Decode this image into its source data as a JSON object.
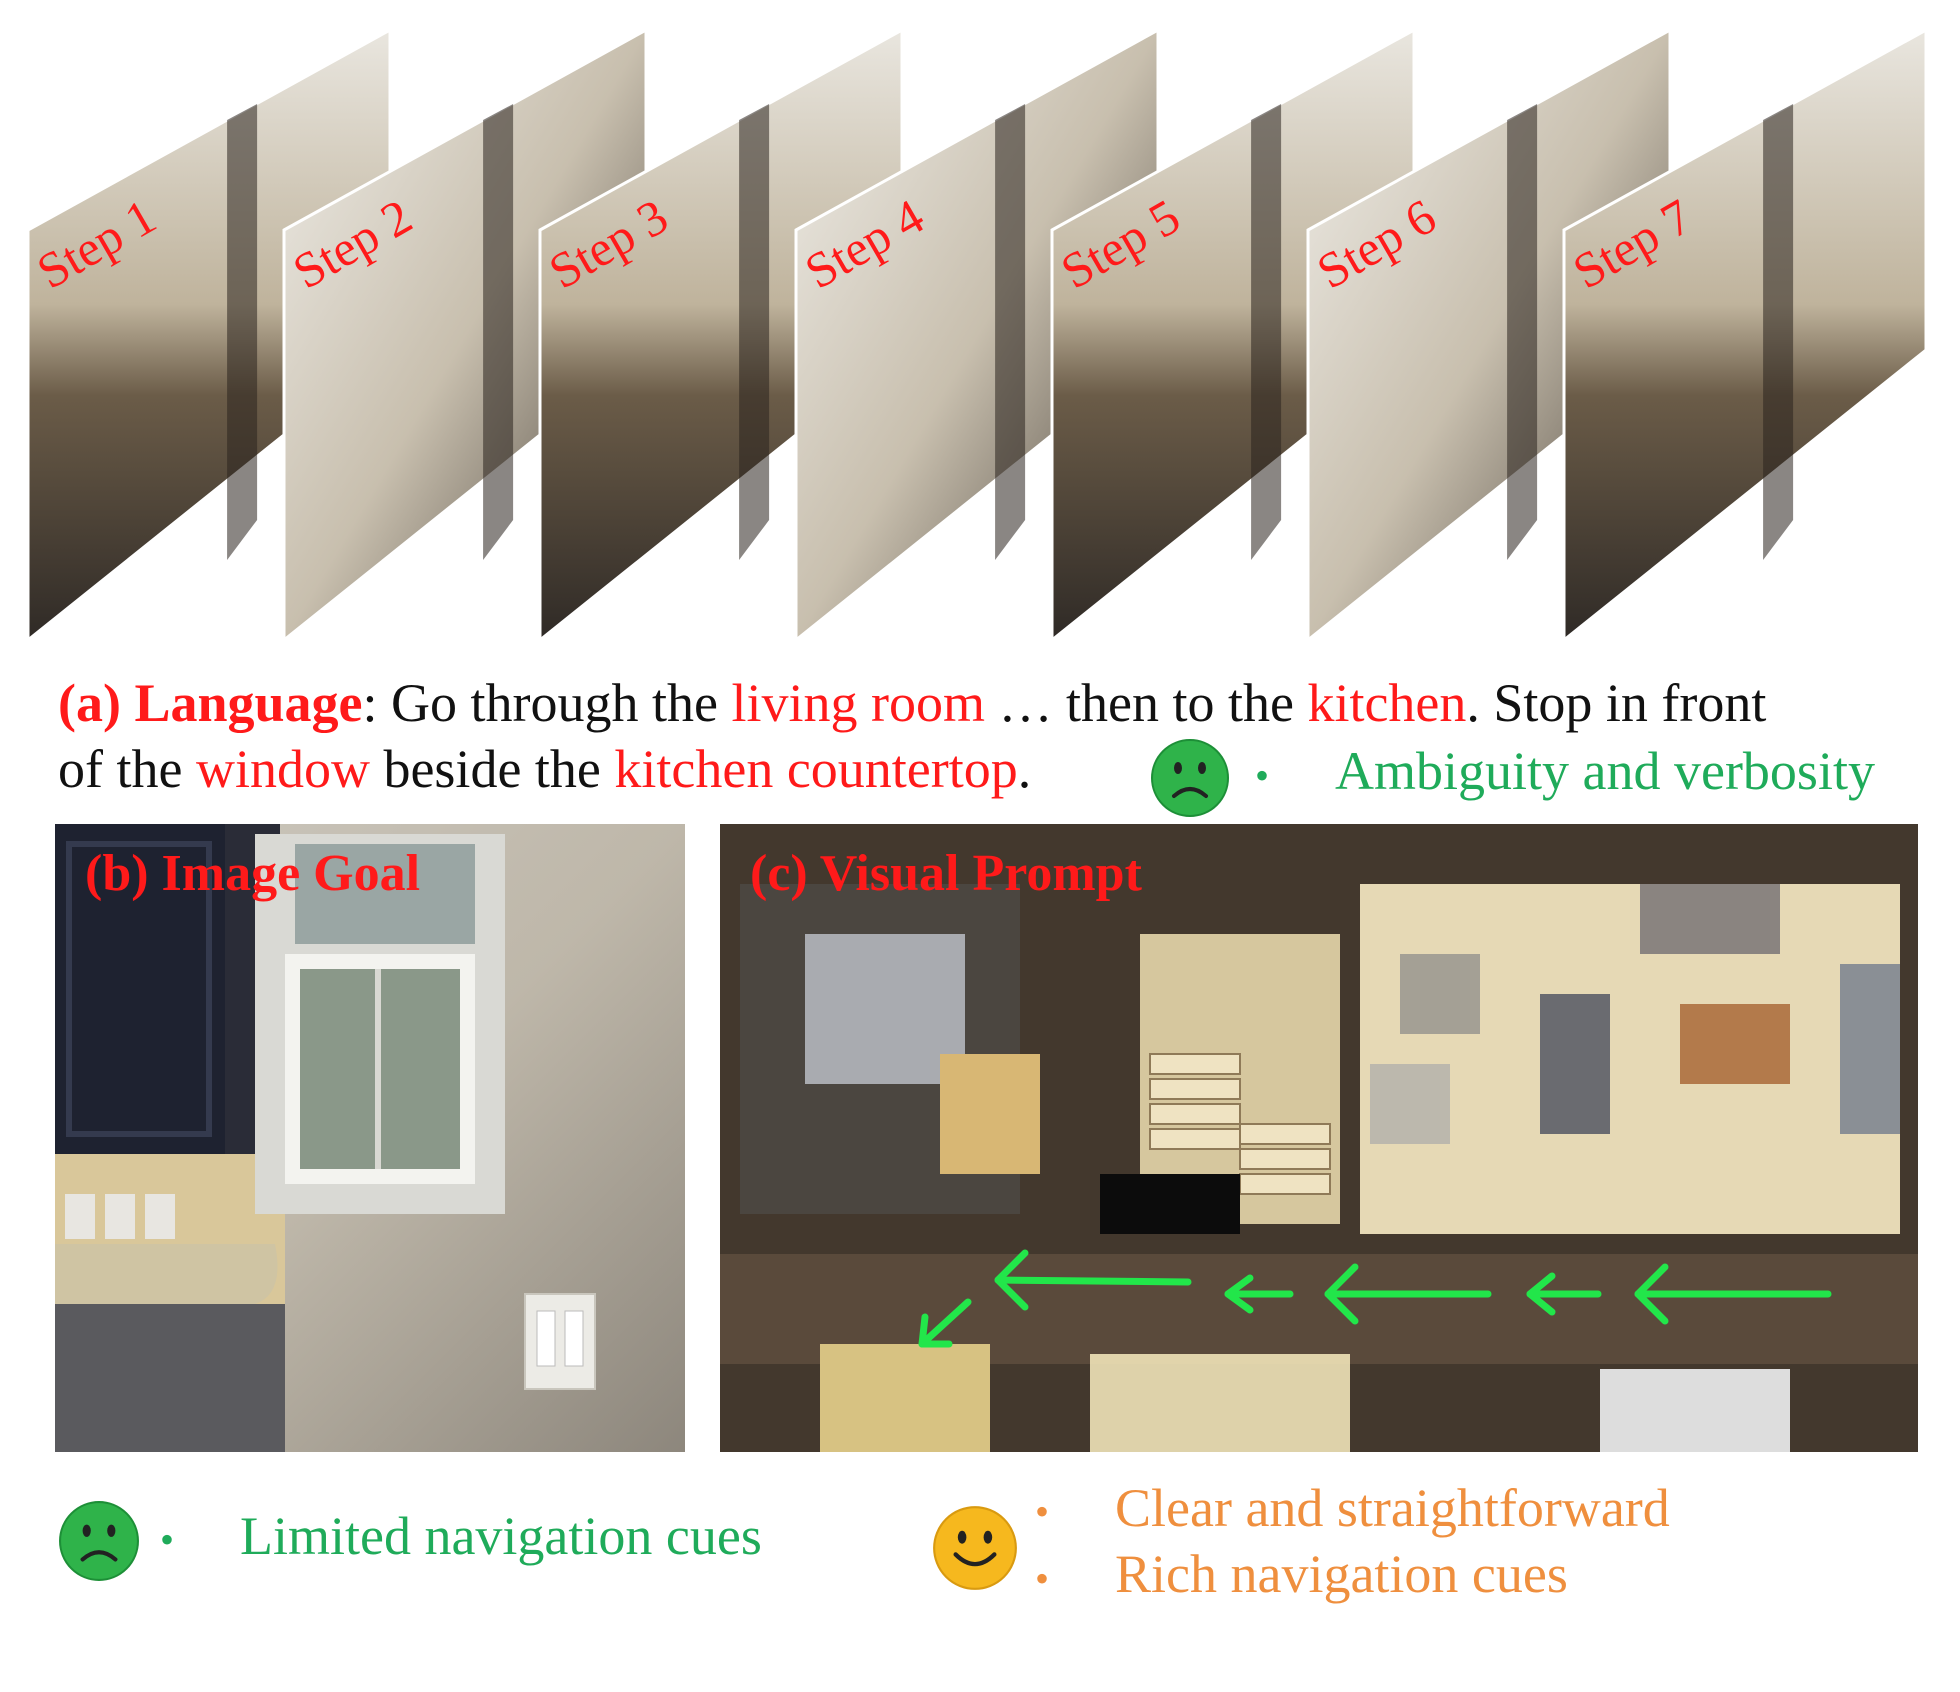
{
  "steps": [
    "Step 1",
    "Step 2",
    "Step 3",
    "Step 4",
    "Step 5",
    "Step 6",
    "Step 7"
  ],
  "language": {
    "label": "(a) Language",
    "t1": ": Go through the ",
    "k1": "living room",
    "t2": " … then to the ",
    "k2": "kitchen",
    "t3": ". Stop in front",
    "t4": "of the ",
    "k3": "window",
    "t5": " beside the ",
    "k4": "kitchen countertop",
    "t6": "."
  },
  "language_note": "Ambiguity and verbosity",
  "image_goal": {
    "title": "(b) Image Goal",
    "note": "Limited navigation cues"
  },
  "visual_prompt": {
    "title": "(c) Visual Prompt",
    "notes": [
      "Clear and straightforward",
      "Rich navigation cues"
    ]
  },
  "colors": {
    "keyword": "#ff1a1a",
    "negative": "#1fab5a",
    "positive": "#ef8f3e",
    "arrow": "#22e64a"
  },
  "icons": {
    "negative": "sad-face-icon",
    "positive": "smiley-face-icon"
  }
}
